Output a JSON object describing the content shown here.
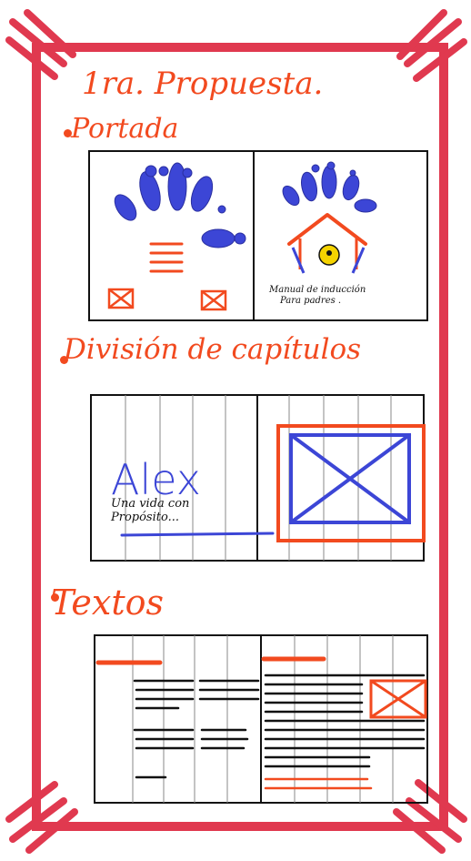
{
  "title": "1ra. Propuesta.",
  "sections": {
    "portada": "Portada",
    "division": "División de capítulos",
    "textos": "Textos"
  },
  "cover": {
    "caption_line1": "Manual de inducción",
    "caption_line2": "Para padres ."
  },
  "chapter": {
    "name": "Alex",
    "subtitle_line1": "Una vida con",
    "subtitle_line2": "Propósito..."
  },
  "colors": {
    "frame": "#e0394f",
    "ink_orange": "#f24a1f",
    "ink_blue": "#3c46d6",
    "ink_black": "#111111",
    "guide_gray": "#8a8a8a"
  }
}
